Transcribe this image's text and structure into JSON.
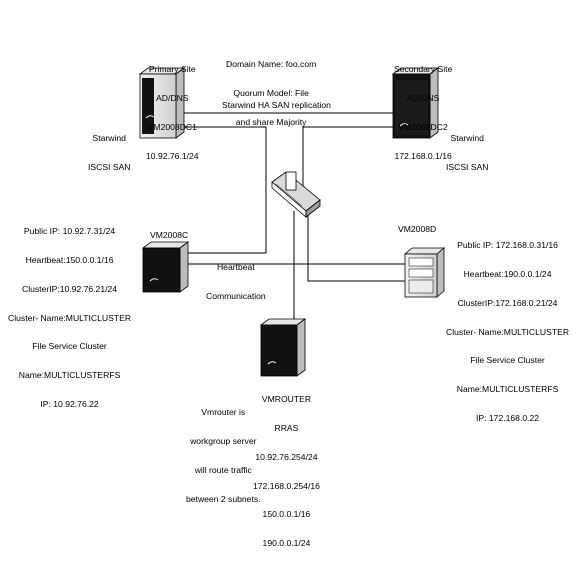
{
  "header": {
    "lines": [
      "Domain Name: foo.com",
      "Quorum Model: File",
      "and share Majority"
    ]
  },
  "primary": {
    "lines": [
      "Primary Site",
      "AD/DNS",
      "VM2008DC1",
      "10.92.76.1/24"
    ],
    "san": [
      "Starwind",
      "ISCSI SAN"
    ]
  },
  "secondary": {
    "lines": [
      "Secondary Site",
      "AD/DNS",
      "VM2008DC2",
      "172.168.0.1/16"
    ],
    "san": [
      "Starwind",
      "ISCSI SAN"
    ]
  },
  "replication": {
    "label": "Starwind HA SAN replication"
  },
  "heartbeat": {
    "lines": [
      "Heartbeat",
      "Communication"
    ]
  },
  "node_c": {
    "name": "VM2008C",
    "lines": [
      "Public IP: 10.92.7.31/24",
      "Heartbeat:150.0.0.1/16",
      "ClusterIP:10.92.76.21/24",
      "Cluster- Name:MULTICLUSTER",
      "File Service Cluster",
      "Name:MULTICLUSTERFS",
      "IP: 10.92.76.22"
    ]
  },
  "node_d": {
    "name": "VM2008D",
    "lines": [
      "Public IP: 172.168.0.31/16",
      "Heartbeat:190.0.0.1/24",
      "ClusterIP:172.168.0.21/24",
      "Cluster- Name:MULTICLUSTER",
      "File Service Cluster",
      "Name:MULTICLUSTERFS",
      "IP: 172.168.0.22"
    ]
  },
  "router": {
    "lines": [
      "VMROUTER",
      "RRAS",
      "10.92.76.254/24",
      "172.168.0.254/16",
      "150.0.0.1/16",
      "190.0.0.1/24"
    ],
    "note": [
      "Vmrouter is",
      "workgroup server",
      "will route traffic",
      "between 2 subnets."
    ]
  }
}
